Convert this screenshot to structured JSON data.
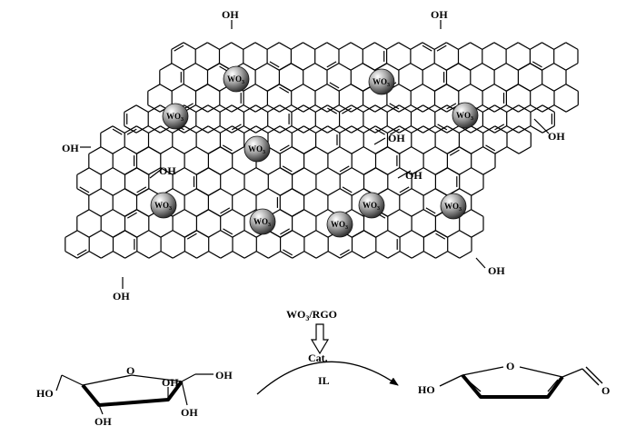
{
  "graphene": {
    "hydroxyl_label": "OH",
    "particle_label": "WO",
    "particle_subscript": "3"
  },
  "reaction": {
    "catalyst": {
      "prefix": "WO",
      "subscript": "3",
      "suffix": "/RGO"
    },
    "cat_label": "Cat.",
    "solvent_label": "IL"
  },
  "fructose": {
    "ring_oxygen": "O",
    "hydroxyls": [
      "HO",
      "OH",
      "OH",
      "OH",
      "OH"
    ]
  },
  "hmf": {
    "ring_oxygen": "O",
    "hydroxyl": "HO",
    "aldehyde_oxygen": "O"
  }
}
